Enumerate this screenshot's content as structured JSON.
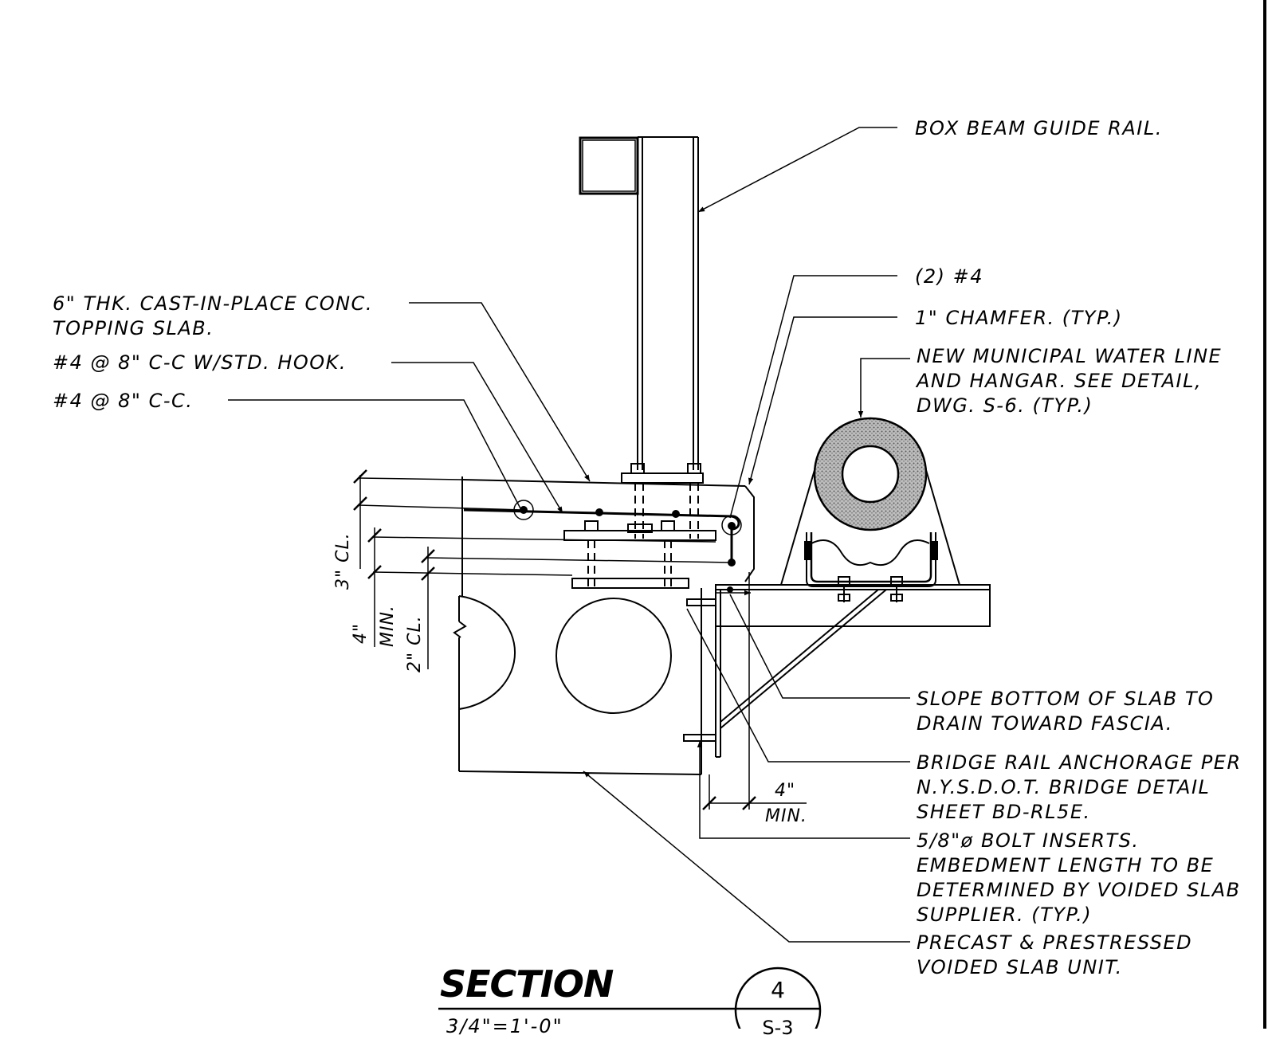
{
  "drawing": {
    "section_title": "SECTION",
    "scale": "3/4\"=1'-0\"",
    "section_number": "4",
    "sheet_ref": "S-3"
  },
  "notes": {
    "box_beam": [
      "BOX BEAM GUIDE RAIL."
    ],
    "two_no4": [
      "(2) #4"
    ],
    "chamfer": [
      "1\" CHAMFER. (TYP.)"
    ],
    "water_line": [
      "NEW MUNICIPAL WATER LINE",
      "AND HANGAR. SEE DETAIL,",
      "DWG. S-6. (TYP.)"
    ],
    "topping_slab": [
      "6\" THK. CAST-IN-PLACE CONC.",
      "TOPPING SLAB."
    ],
    "hook_bars": [
      "#4 @ 8\" C-C W/STD. HOOK."
    ],
    "bars": [
      "#4 @ 8\" C-C."
    ],
    "slope": [
      "SLOPE BOTTOM OF SLAB TO",
      "DRAIN TOWARD FASCIA."
    ],
    "anchorage": [
      "BRIDGE RAIL ANCHORAGE PER",
      "N.Y.S.D.O.T. BRIDGE DETAIL",
      "SHEET BD-RL5E."
    ],
    "bolt_inserts": [
      "5/8\"ø BOLT INSERTS.",
      "EMBEDMENT LENGTH TO BE",
      "DETERMINED BY VOIDED SLAB",
      "SUPPLIER. (TYP.)"
    ],
    "precast": [
      "PRECAST & PRESTRESSED",
      "VOIDED SLAB UNIT."
    ]
  },
  "dimensions": {
    "cl3": "3\" CL.",
    "min4_value": "4\"",
    "min4_unit": "MIN.",
    "cl2": "2\" CL.",
    "bottom4_value": "4\"",
    "bottom4_unit": "MIN."
  },
  "colors": {
    "ink": "#000000",
    "pipe_hatch": "#9a9a9a",
    "paper": "#ffffff"
  }
}
